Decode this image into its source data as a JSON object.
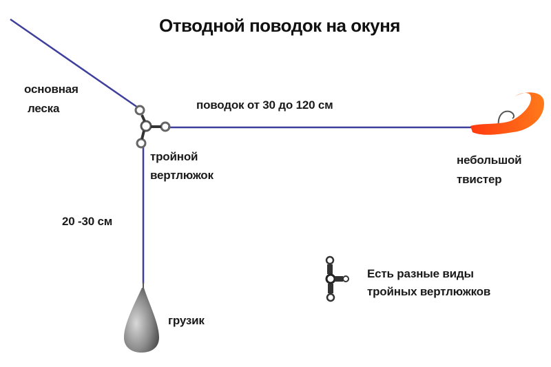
{
  "title": "Отводной поводок на окуня",
  "labels": {
    "main_line_1": "основная",
    "main_line_2": "леска",
    "leader": "поводок от 30 до 120 см",
    "swivel_1": "тройной",
    "swivel_2": "вертлюжок",
    "twister_1": "небольшой",
    "twister_2": "твистер",
    "drop_length": "20 -30 см",
    "sinker": "грузик",
    "note_1": "Есть разные виды",
    "note_2": "тройных вертлюжков"
  },
  "colors": {
    "line": "#3e3f9c",
    "twister": "#ff5a14",
    "sinker": "#8c8c8c"
  }
}
